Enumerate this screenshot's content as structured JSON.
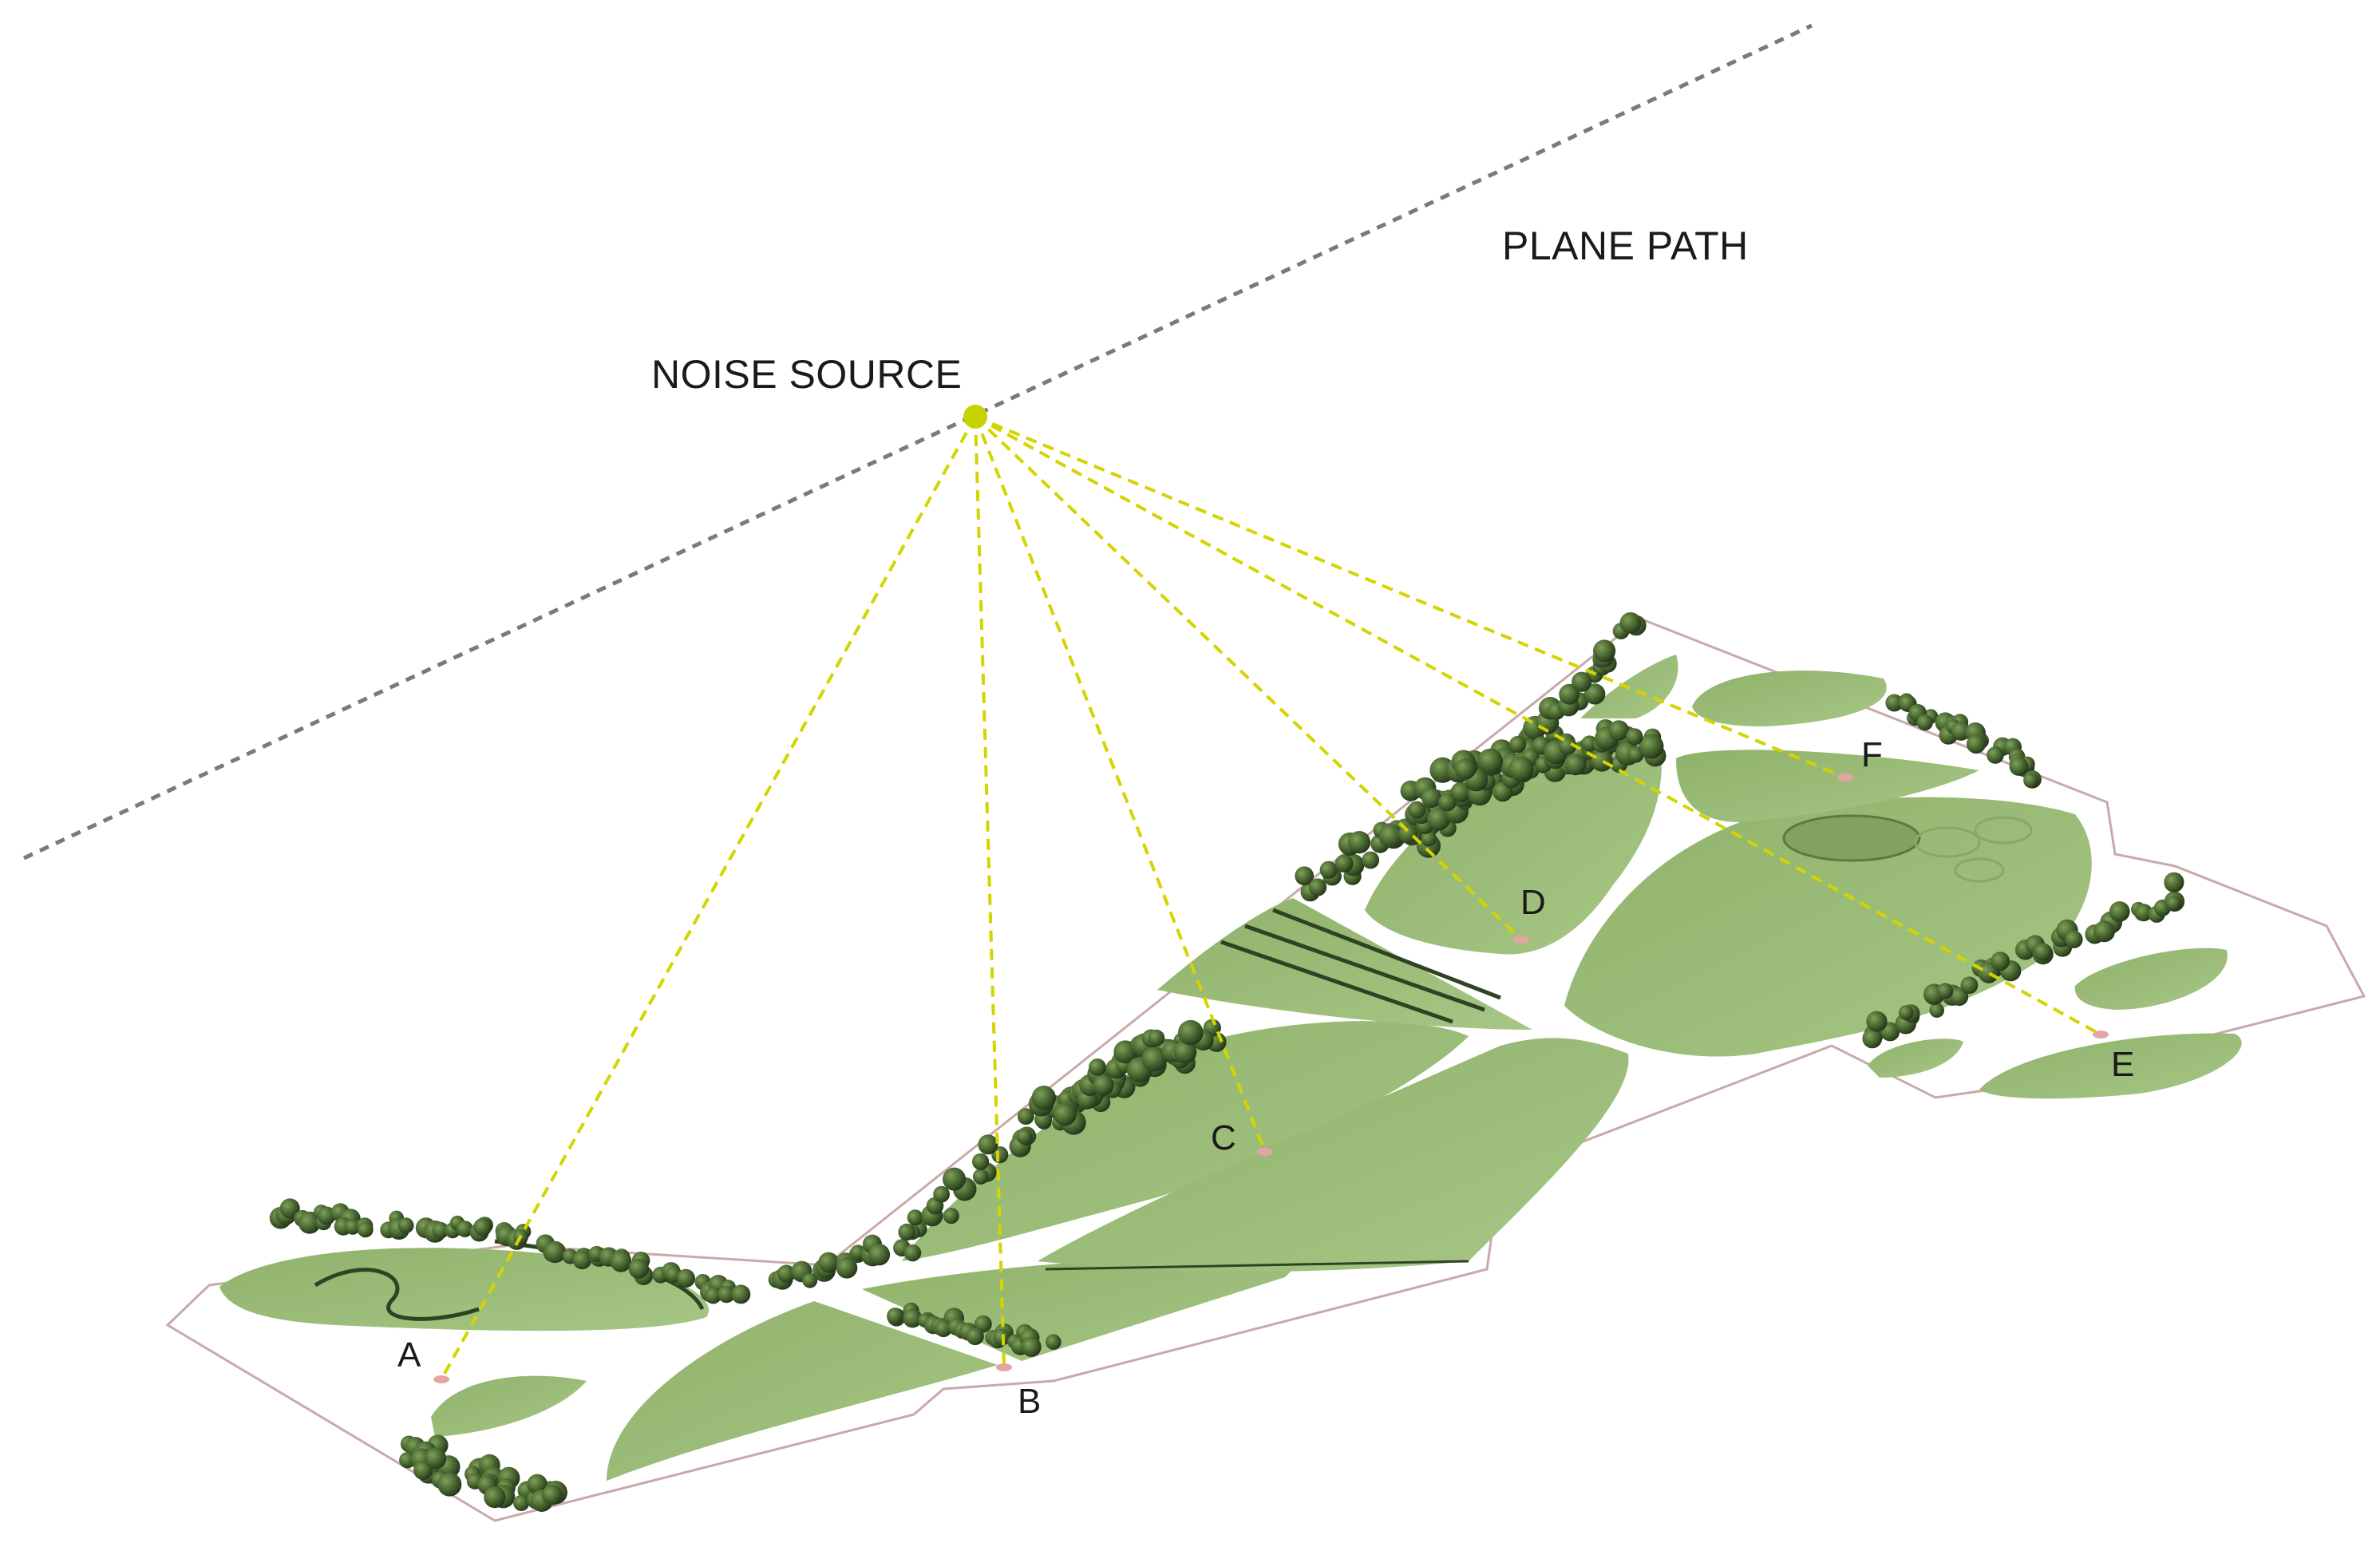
{
  "labels": {
    "plane_path": "PLANE PATH",
    "noise_source": "NOISE SOURCE"
  },
  "receivers": [
    {
      "id": "A",
      "label": "A"
    },
    {
      "id": "B",
      "label": "B"
    },
    {
      "id": "C",
      "label": "C"
    },
    {
      "id": "D",
      "label": "D"
    },
    {
      "id": "E",
      "label": "E"
    },
    {
      "id": "F",
      "label": "F"
    }
  ],
  "colors": {
    "ray": "#d4d400",
    "source": "#c8d200",
    "plane_path": "#7a7a7a",
    "park_fill": "#9fc07c",
    "tree": "#3f5a2a",
    "boundary": "#c9a9a9",
    "receiver": "#e4a4a4"
  }
}
